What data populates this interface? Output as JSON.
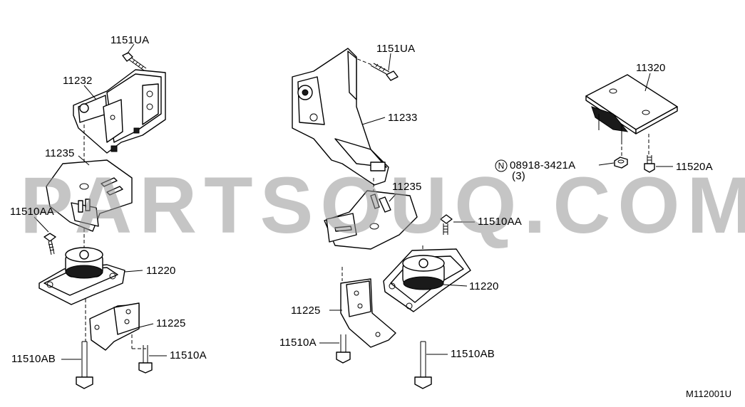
{
  "watermark": "PARTSOUQ.COM",
  "diagram_ref": "M112001U",
  "labels": {
    "l_1151ua_a": "1151UA",
    "l_11232": "11232",
    "l_11235_a": "11235",
    "l_11510aa_a": "11510AA",
    "l_11220_a": "11220",
    "l_11225_a": "11225",
    "l_11510ab_a": "11510AB",
    "l_11510a_a": "11510A",
    "l_1151ua_b": "1151UA",
    "l_11233": "11233",
    "l_11235_b": "11235",
    "l_11510aa_b": "11510AA",
    "l_11220_b": "11220",
    "l_11225_b": "11225",
    "l_11510a_b": "11510A",
    "l_11510ab_b": "11510AB",
    "l_11320": "11320",
    "l_08918": "08918-3421A",
    "l_08918_qty": "(3)",
    "l_n_mark": "N",
    "l_11520a": "11520A"
  }
}
